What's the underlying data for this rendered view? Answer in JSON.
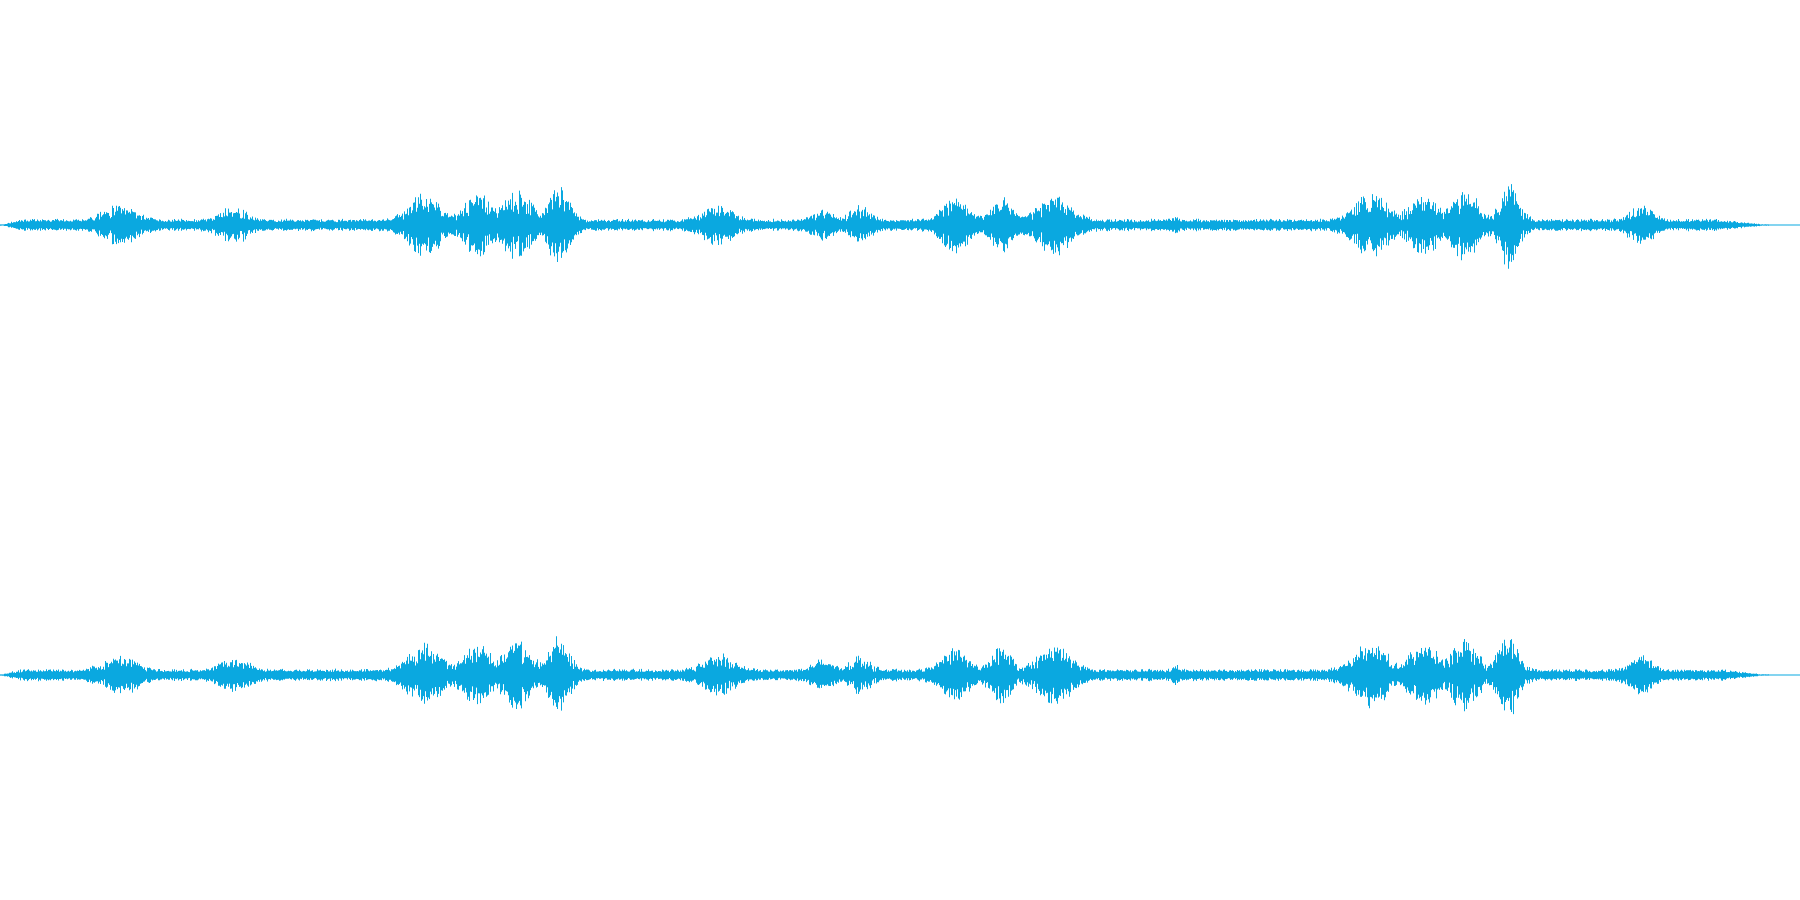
{
  "waveform": {
    "color": "#0aa8e0",
    "background": "#ffffff",
    "channel_count": 2,
    "channels": [
      {
        "name": ""
      },
      {
        "name": ""
      }
    ],
    "baseline_level": 0.07,
    "bursts": [
      {
        "center": 0.068,
        "width": 0.03,
        "level": 0.24
      },
      {
        "center": 0.132,
        "width": 0.024,
        "level": 0.22
      },
      {
        "center": 0.24,
        "width": 0.028,
        "level": 0.37
      },
      {
        "center": 0.27,
        "width": 0.026,
        "level": 0.36
      },
      {
        "center": 0.292,
        "width": 0.026,
        "level": 0.4
      },
      {
        "center": 0.316,
        "width": 0.018,
        "level": 0.47
      },
      {
        "center": 0.406,
        "width": 0.026,
        "level": 0.25
      },
      {
        "center": 0.465,
        "width": 0.02,
        "level": 0.18
      },
      {
        "center": 0.486,
        "width": 0.018,
        "level": 0.23
      },
      {
        "center": 0.54,
        "width": 0.024,
        "level": 0.33
      },
      {
        "center": 0.566,
        "width": 0.018,
        "level": 0.34
      },
      {
        "center": 0.596,
        "width": 0.03,
        "level": 0.35
      },
      {
        "center": 0.665,
        "width": 0.006,
        "level": 0.12
      },
      {
        "center": 0.775,
        "width": 0.03,
        "level": 0.38
      },
      {
        "center": 0.805,
        "width": 0.026,
        "level": 0.37
      },
      {
        "center": 0.828,
        "width": 0.024,
        "level": 0.42
      },
      {
        "center": 0.853,
        "width": 0.018,
        "level": 0.5
      },
      {
        "center": 0.928,
        "width": 0.02,
        "level": 0.24
      }
    ]
  }
}
